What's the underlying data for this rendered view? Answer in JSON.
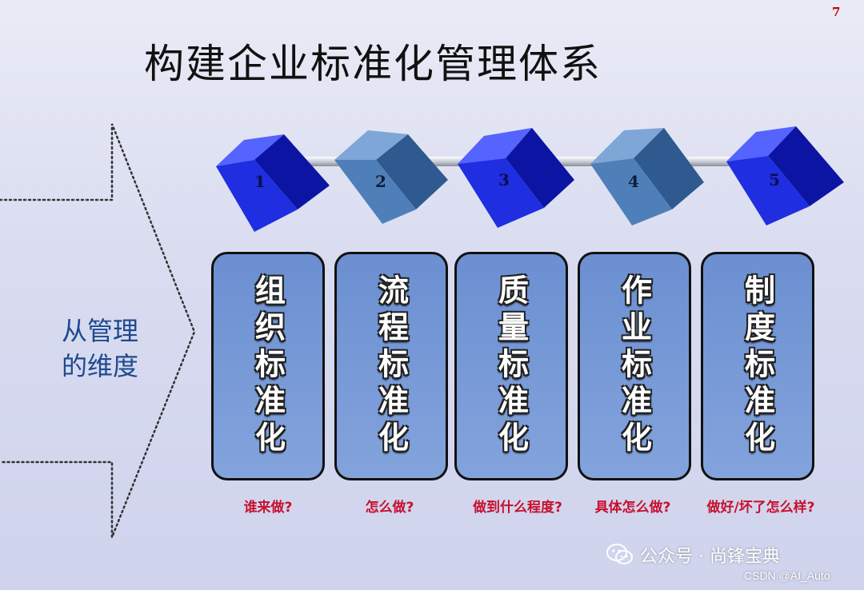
{
  "page_number": "7",
  "title": "构建企业标准化管理体系",
  "dimension_label": [
    "从管理",
    "的维度"
  ],
  "steps": [
    {
      "number": "1",
      "card_text": "组织标准化",
      "question": "谁来做?"
    },
    {
      "number": "2",
      "card_text": "流程标准化",
      "question": "怎么做?"
    },
    {
      "number": "3",
      "card_text": "质量标准化",
      "question": "做到什么程度?"
    },
    {
      "number": "4",
      "card_text": "作业标准化",
      "question": "具体怎么做?"
    },
    {
      "number": "5",
      "card_text": "制度标准化",
      "question": "做好/坏了怎么样?"
    }
  ],
  "watermark": {
    "icon": "wechat-icon",
    "text": "公众号 · 尚锋宝典"
  },
  "source_credit": "CSDN @AI_Auto",
  "colors": {
    "cube_dark": "#1f2ee0",
    "cube_light": "#4f7fb8",
    "card_fill": "#7b9bd8",
    "question_text": "#c8102e",
    "dimension_text": "#1d4a8f"
  }
}
